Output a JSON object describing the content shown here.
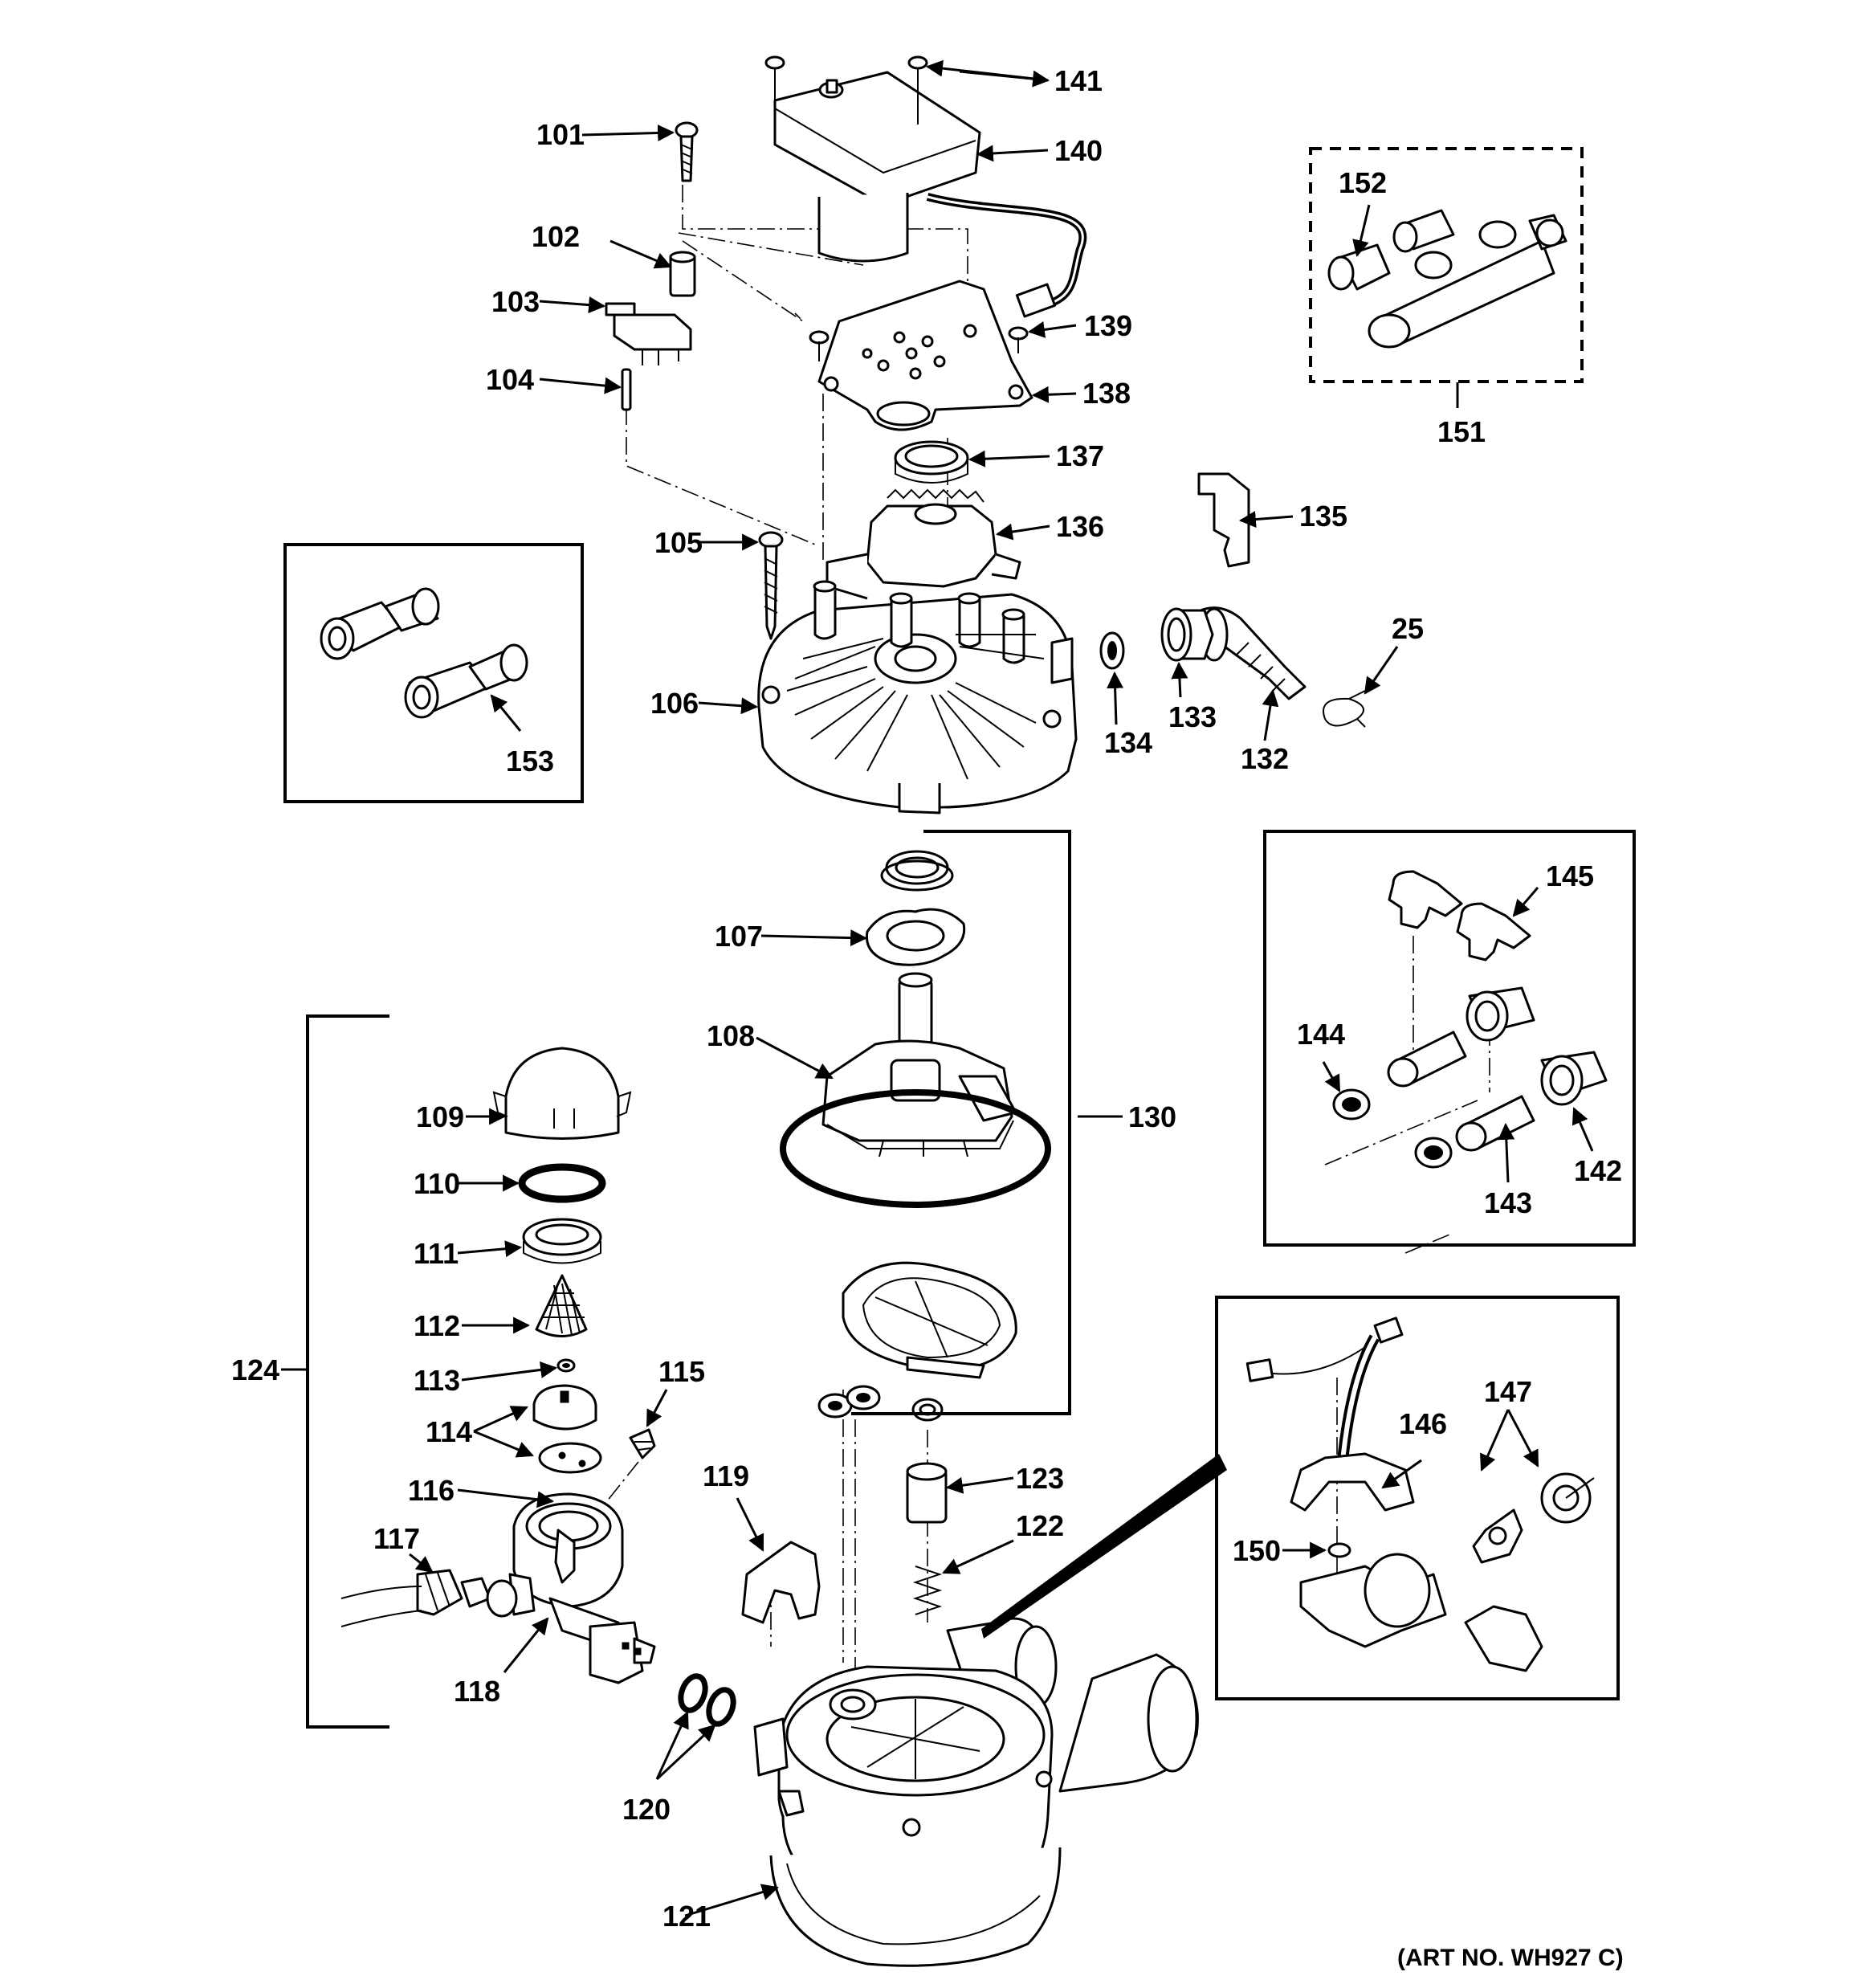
{
  "art_number": "(ART NO. WH927 C)",
  "callouts": [
    "25",
    "101",
    "102",
    "103",
    "104",
    "105",
    "106",
    "107",
    "108",
    "109",
    "110",
    "111",
    "112",
    "113",
    "114",
    "115",
    "116",
    "117",
    "118",
    "119",
    "120",
    "121",
    "122",
    "123",
    "124",
    "130",
    "132",
    "133",
    "134",
    "135",
    "136",
    "137",
    "138",
    "139",
    "140",
    "141",
    "142",
    "143",
    "144",
    "145",
    "146",
    "147",
    "150",
    "151",
    "152",
    "153"
  ]
}
